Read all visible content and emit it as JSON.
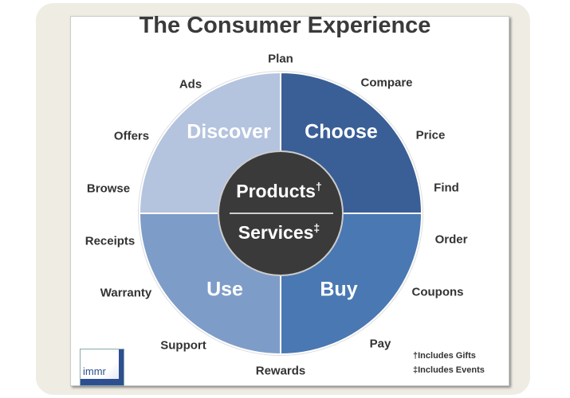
{
  "title": "The Consumer Experience",
  "quadrants": {
    "discover": "Discover",
    "choose": "Choose",
    "use": "Use",
    "buy": "Buy"
  },
  "center": {
    "products": "Products",
    "services": "Services",
    "dagger": "†",
    "ddagger": "‡"
  },
  "activities": {
    "plan": "Plan",
    "compare": "Compare",
    "price": "Price",
    "find": "Find",
    "order": "Order",
    "coupons": "Coupons",
    "pay": "Pay",
    "rewards": "Rewards",
    "support": "Support",
    "warranty": "Warranty",
    "receipts": "Receipts",
    "browse": "Browse",
    "offers": "Offers",
    "ads": "Ads"
  },
  "notes": {
    "gifts": "†Includes Gifts",
    "events": "‡Includes Events"
  },
  "logo": "immr",
  "colors": {
    "discover": "#b4c3de",
    "choose": "#3a5f96",
    "use": "#7e9cc8",
    "buy": "#4a78b2",
    "center": "#3a3a3a"
  }
}
